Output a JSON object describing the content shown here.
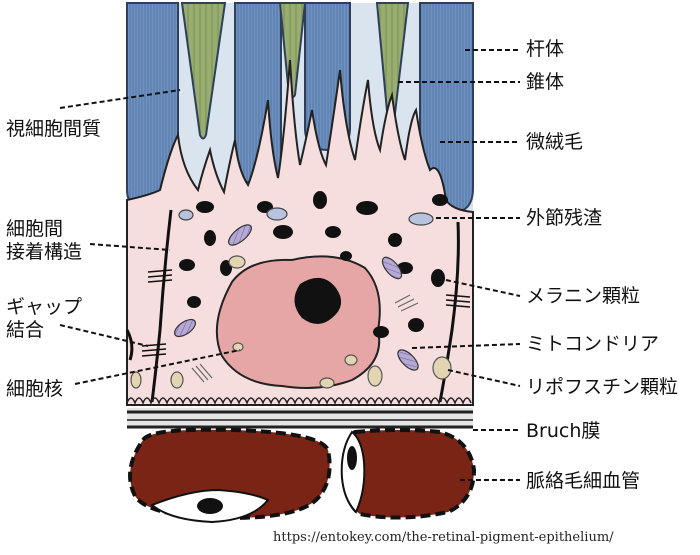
{
  "labels": {
    "rod": "杆体",
    "cone": "錐体",
    "interphotoreceptor_matrix": "視細胞間質",
    "microvilli": "微絨毛",
    "outer_segment_debris": "外節残渣",
    "intercellular_junction": "細胞間\n接着構造",
    "melanin_granules": "メラニン顆粒",
    "gap_junction": "ギャップ\n結合",
    "mitochondria": "ミトコンドリア",
    "nucleus": "細胞核",
    "lipofuscin_granules": "リポフスチン顆粒",
    "bruch_membrane": "Bruch膜",
    "choriocapillaris": "脈絡毛細血管"
  },
  "source": "https://entokey.com/the-retinal-pigment-epithelium/",
  "colors": {
    "rod": "#6f93c2",
    "cone": "#98ad6f",
    "matrix": "#d6e2ee",
    "cell": "#f7dede",
    "nucleus": "#e7a6a6",
    "melanin": "#111111",
    "vessel": "#7a2416",
    "lipofuscin": "#e3d4b2",
    "mitochondria": "#b7a9d6"
  }
}
